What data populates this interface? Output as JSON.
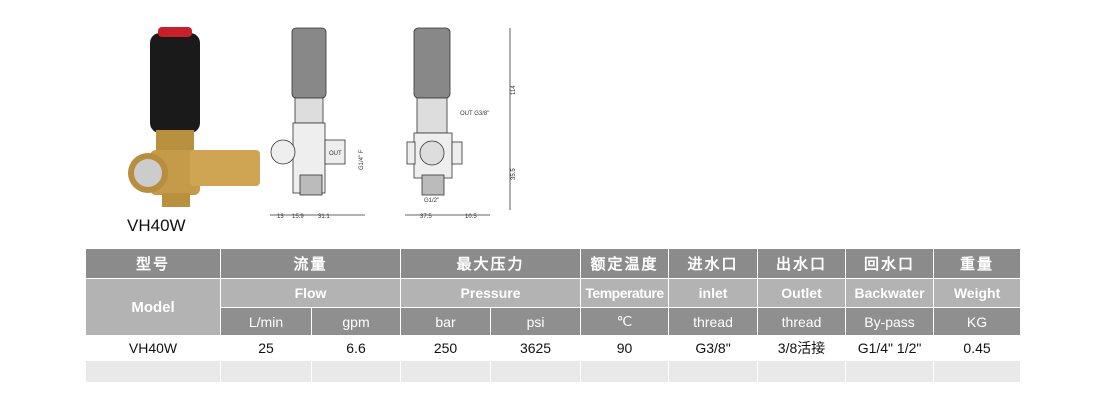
{
  "product": {
    "caption": "VH40W"
  },
  "drawing": {
    "front": {
      "dims": [
        "13",
        "15.9",
        "31.1"
      ],
      "thread": "G1/4\" F",
      "out": "OUT"
    },
    "side": {
      "height": "114",
      "out": "OUT G3/8\"",
      "lower": "35.5",
      "inlet": "G1/2\"",
      "dims": [
        "37.5",
        "10.5"
      ]
    }
  },
  "table": {
    "row1": [
      "型号",
      "流量",
      "最大压力",
      "额定温度",
      "进水口",
      "出水口",
      "回水口",
      "重量"
    ],
    "model_en": "Model",
    "row2": [
      "Flow",
      "Pressure",
      "Temperature",
      "inlet",
      "Outlet",
      "Backwater",
      "Weight"
    ],
    "row3": [
      "L/min",
      "gpm",
      "bar",
      "psi",
      "℃",
      "thread",
      "thread",
      "By-pass",
      "KG"
    ],
    "rows": [
      [
        "VH40W",
        "25",
        "6.6",
        "250",
        "3625",
        "90",
        "G3/8\"",
        "3/8活接",
        "G1/4\" 1/2\"",
        "0.45"
      ]
    ]
  }
}
